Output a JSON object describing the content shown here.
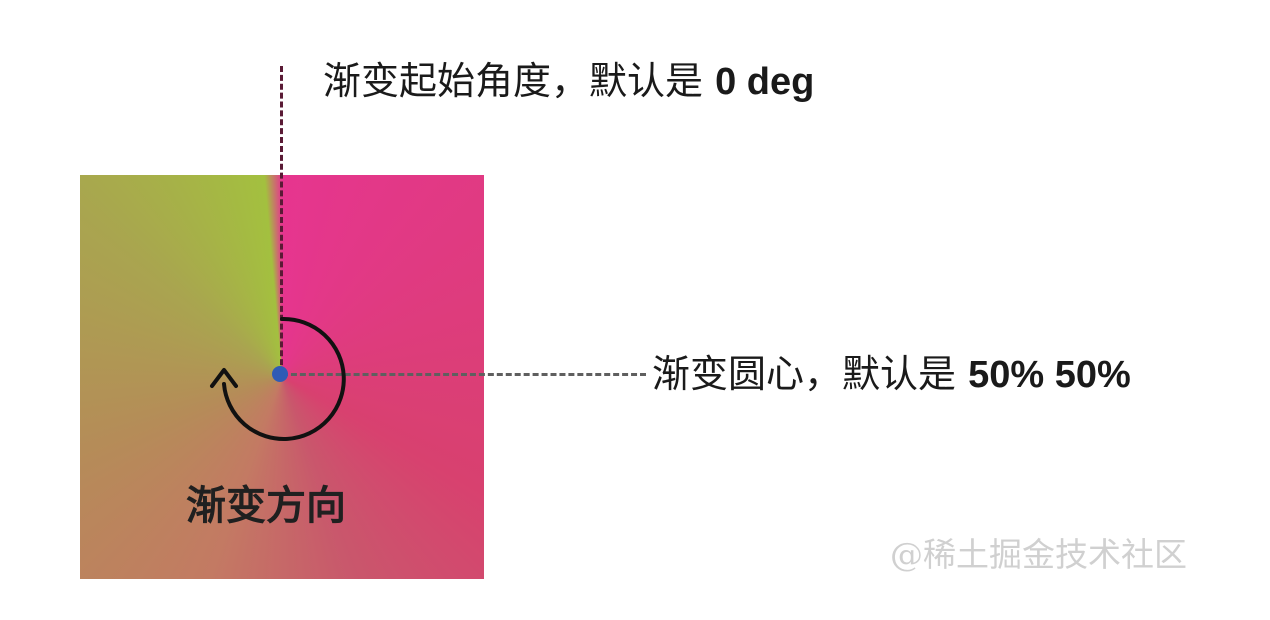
{
  "diagram": {
    "start_angle_label": {
      "text": "渐变起始角度，默认是 ",
      "value": "0 deg"
    },
    "center_label": {
      "text": "渐变圆心，默认是 ",
      "value": "50% 50%"
    },
    "direction_label": "渐变方向",
    "watermark": "@稀土掘金技术社区",
    "colors": {
      "pink": "#e6358f",
      "green": "#a3c03f",
      "tan": "#b58c58",
      "center_dot": "#2f5bb5",
      "angle_line": "#5a1a35",
      "center_line": "#5f5f5f"
    }
  }
}
